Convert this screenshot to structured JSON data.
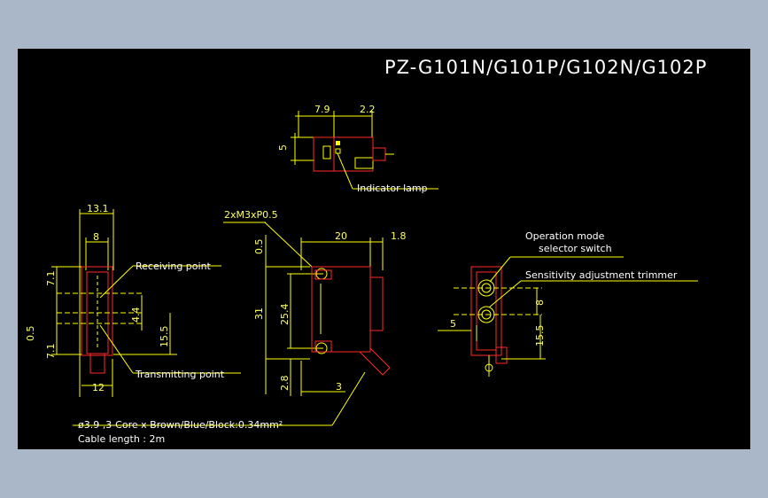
{
  "title": "PZ-G101N/G101P/G102N/G102P",
  "colors": {
    "background": "#a9b7c9",
    "canvas": "#000000",
    "outline": "#ff2a2a",
    "dimension": "#ffff00",
    "text": "#ffffff"
  },
  "top_view": {
    "dims": {
      "w1": "7.9",
      "w2": "2.2",
      "h": "5"
    },
    "labels": {
      "indicator": "Indicator lamp"
    }
  },
  "left_view": {
    "dims": {
      "top_width": "13.1",
      "inner_width": "8",
      "upper": "7.1",
      "mid": "0.5",
      "lower": "7.1",
      "offset": "4.4",
      "height": "15.5",
      "bottom_width": "12"
    },
    "labels": {
      "receiving": "Receiving point",
      "transmitting": "Transmitting point"
    }
  },
  "front_view": {
    "dims": {
      "thread": "2xM3xP0.5",
      "top_gap": "0.5",
      "width": "20",
      "side": "1.8",
      "height": "31",
      "pitch": "25.4",
      "bottom_gap": "2.8",
      "bottom_offset": "3"
    }
  },
  "right_view": {
    "dims": {
      "side": "5",
      "upper": "8",
      "height": "15.5"
    },
    "labels": {
      "op_mode_1": "Operation mode",
      "op_mode_2": "selector switch",
      "sensitivity": "Sensitivity adjustment trimmer"
    }
  },
  "notes": {
    "cable": "ø3.9 ,3-Core x Brown/Blue/Block:0.34mm²",
    "cable_length": "Cable length : 2m"
  }
}
